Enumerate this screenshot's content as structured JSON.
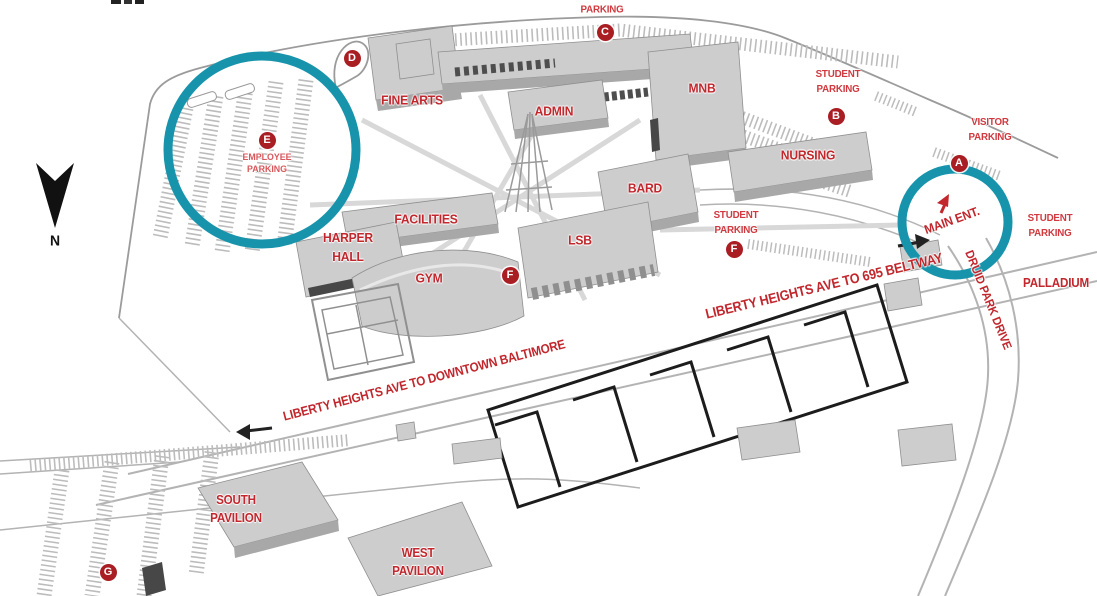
{
  "palette": {
    "label_red": "#c1272d",
    "parking_red": "#d0393f",
    "light_red": "#d8575c",
    "marker_red": "#a91e23",
    "highlight_teal": "#1794ab",
    "building_gray": "#cdcdcd",
    "line_gray": "#b3b3b3",
    "structure_black": "#1c1c1c"
  },
  "compass": {
    "label": "N"
  },
  "buildings": [
    {
      "id": "fine-arts",
      "label": "FINE ARTS"
    },
    {
      "id": "admin",
      "label": "ADMIN"
    },
    {
      "id": "mnb",
      "label": "MNB"
    },
    {
      "id": "nursing",
      "label": "NURSING"
    },
    {
      "id": "bard",
      "label": "BARD"
    },
    {
      "id": "lsb",
      "label": "LSB"
    },
    {
      "id": "facilities",
      "label": "FACILITIES"
    },
    {
      "id": "harper-hall",
      "lines": [
        "HARPER",
        "HALL"
      ]
    },
    {
      "id": "gym",
      "label": "GYM"
    },
    {
      "id": "south-pavilion",
      "lines": [
        "SOUTH",
        "PAVILION"
      ]
    },
    {
      "id": "west-pavilion",
      "lines": [
        "WEST",
        "PAVILION"
      ]
    },
    {
      "id": "palladium",
      "label": "PALLADIUM"
    }
  ],
  "parking": [
    {
      "letter": "A",
      "lines": [
        "VISITOR",
        "PARKING"
      ]
    },
    {
      "letter": "B",
      "lines": [
        "STUDENT",
        "PARKING"
      ]
    },
    {
      "letter": "C",
      "lines": [
        "PARKING"
      ]
    },
    {
      "letter": "D",
      "lines": []
    },
    {
      "letter": "E",
      "lines": [
        "EMPLOYEE",
        "PARKING"
      ]
    },
    {
      "letter": "F",
      "lines": []
    },
    {
      "letter": "F",
      "lines": [
        "STUDENT",
        "PARKING"
      ]
    },
    {
      "letter": "G",
      "lines": []
    },
    {
      "letter": "",
      "lines": [
        "STUDENT",
        "PARKING"
      ]
    }
  ],
  "roads": [
    {
      "id": "liberty-heights-downtown",
      "label": "LIBERTY HEIGHTS AVE TO DOWNTOWN BALTIMORE"
    },
    {
      "id": "liberty-heights-beltway",
      "label": "LIBERTY HEIGHTS AVE TO 695 BELTWAY"
    },
    {
      "id": "druid-park-drive",
      "label": "DRUID PARK DRIVE"
    }
  ],
  "entrance": {
    "label": "MAIN ENT."
  },
  "highlights": [
    {
      "id": "employee-parking-circle",
      "color": "#1794ab"
    },
    {
      "id": "main-entrance-circle",
      "color": "#1794ab"
    }
  ]
}
